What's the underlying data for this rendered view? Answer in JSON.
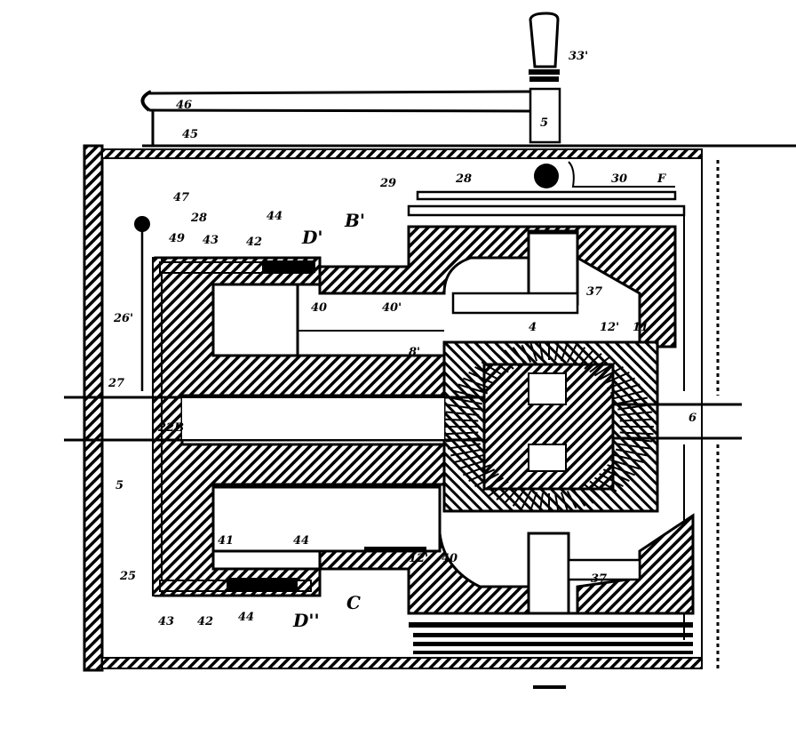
{
  "figure": {
    "labels": {
      "handle": "33'",
      "lever_end": "46",
      "link": "45",
      "lever_shaft": "5",
      "pivot": "30",
      "frame": "F",
      "band_a": "29",
      "band_b": "28",
      "pin_a": "47",
      "pin_b": "28",
      "rod": "26'",
      "stop": "27",
      "shaft_left": "22B",
      "shaft_right": "6",
      "top_49": "49",
      "top_43": "43",
      "top_42": "42",
      "top_44": "44",
      "drum_d": "D'",
      "drum_b": "B'",
      "piston": "40",
      "piston_rod": "40'",
      "arm_top": "37",
      "gear_a": "12'",
      "gear_b": "11",
      "bevel": "8'",
      "small_4": "4",
      "bottom_41": "41",
      "bottom_44": "44",
      "bottom_12": "12'",
      "bottom_40": "40",
      "arm_bottom": "37",
      "ring": "25",
      "bot_43": "43",
      "bot_42": "42",
      "bot_44": "44",
      "drum_d2": "D''",
      "casing_c": "C",
      "left_mark": "5"
    }
  }
}
